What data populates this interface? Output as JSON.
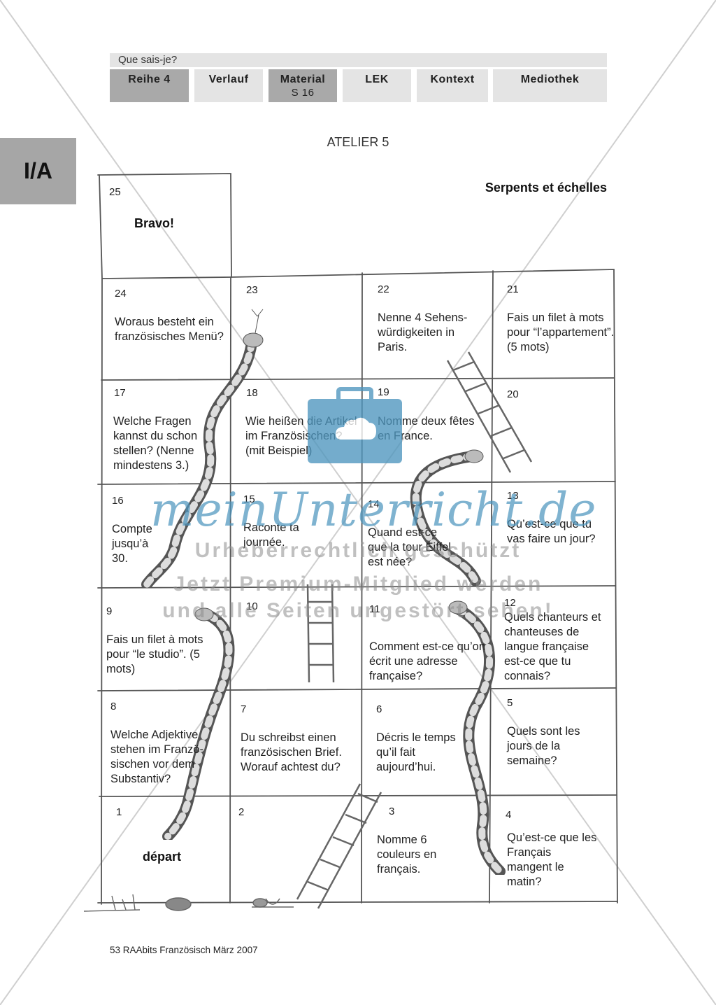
{
  "header": {
    "breadcrumb": "Que sais-je?",
    "tabs": [
      {
        "label": "Reihe 4",
        "sub": ""
      },
      {
        "label": "Verlauf",
        "sub": ""
      },
      {
        "label": "Material",
        "sub": "S 16"
      },
      {
        "label": "LEK",
        "sub": ""
      },
      {
        "label": "Kontext",
        "sub": ""
      },
      {
        "label": "Mediothek",
        "sub": ""
      }
    ]
  },
  "side_label": "I/A",
  "atelier": "ATELIER 5",
  "game_title": "Serpents et échelles",
  "cells": {
    "c25": {
      "num": "25",
      "text": "Bravo!"
    },
    "c24": {
      "num": "24",
      "text": "Woraus besteht ein französisches Menü?"
    },
    "c23": {
      "num": "23",
      "text": ""
    },
    "c22": {
      "num": "22",
      "text": "Nenne 4 Sehens-würdigkeiten in Paris."
    },
    "c21": {
      "num": "21",
      "text": "Fais un filet à mots pour “l’appartement”. (5 mots)"
    },
    "c17": {
      "num": "17",
      "text": "Welche Fragen kannst du schon stellen? (Nenne mindestens 3.)"
    },
    "c18": {
      "num": "18",
      "text": "Wie heißen die Artikel im Französischen? (mit Beispiel)"
    },
    "c19": {
      "num": "19",
      "text": "Nomme deux fêtes en France."
    },
    "c20": {
      "num": "20",
      "text": ""
    },
    "c16": {
      "num": "16",
      "text": "Compte jusqu’à 30."
    },
    "c15": {
      "num": "15",
      "text": "Raconte ta journée."
    },
    "c14": {
      "num": "14",
      "text": "Quand est-ce que la tour Eiffel est née?"
    },
    "c13": {
      "num": "13",
      "text": "Qu’est-ce que tu vas faire un jour?"
    },
    "c9": {
      "num": "9",
      "text": "Fais un filet à mots pour “le studio”. (5 mots)"
    },
    "c10": {
      "num": "10",
      "text": ""
    },
    "c11": {
      "num": "11",
      "text": "Comment est-ce qu’on écrit une adresse française?"
    },
    "c12": {
      "num": "12",
      "text": "Quels chanteurs et chanteuses de langue française est-ce que tu connais?"
    },
    "c8": {
      "num": "8",
      "text": "Welche Adjektive stehen im Franzö-sischen vor dem Substantiv?"
    },
    "c7": {
      "num": "7",
      "text": "Du schreibst einen französischen Brief. Worauf achtest du?"
    },
    "c6": {
      "num": "6",
      "text": "Décris le temps qu’il fait aujourd’hui."
    },
    "c5": {
      "num": "5",
      "text": "Quels sont les jours de la semaine?"
    },
    "c1": {
      "num": "1",
      "text": "départ"
    },
    "c2": {
      "num": "2",
      "text": ""
    },
    "c3": {
      "num": "3",
      "text": "Nomme 6 couleurs en français."
    },
    "c4": {
      "num": "4",
      "text": "Qu’est-ce que les Français mangent le matin?"
    }
  },
  "watermark": {
    "brand": "meinUnterricht.de",
    "line1": "Urheberrechtlich geschützt",
    "line2": "Jetzt Premium-Mitglied werden",
    "line3": "und alle Seiten ungestört sehen!"
  },
  "footer": "53 RAAbits Französisch März 2007",
  "colors": {
    "tab_light": "#e4e4e4",
    "tab_dark": "#a9a9a9",
    "watermark_blue": "#4e96be",
    "watermark_gray": "#8c8c8c"
  }
}
